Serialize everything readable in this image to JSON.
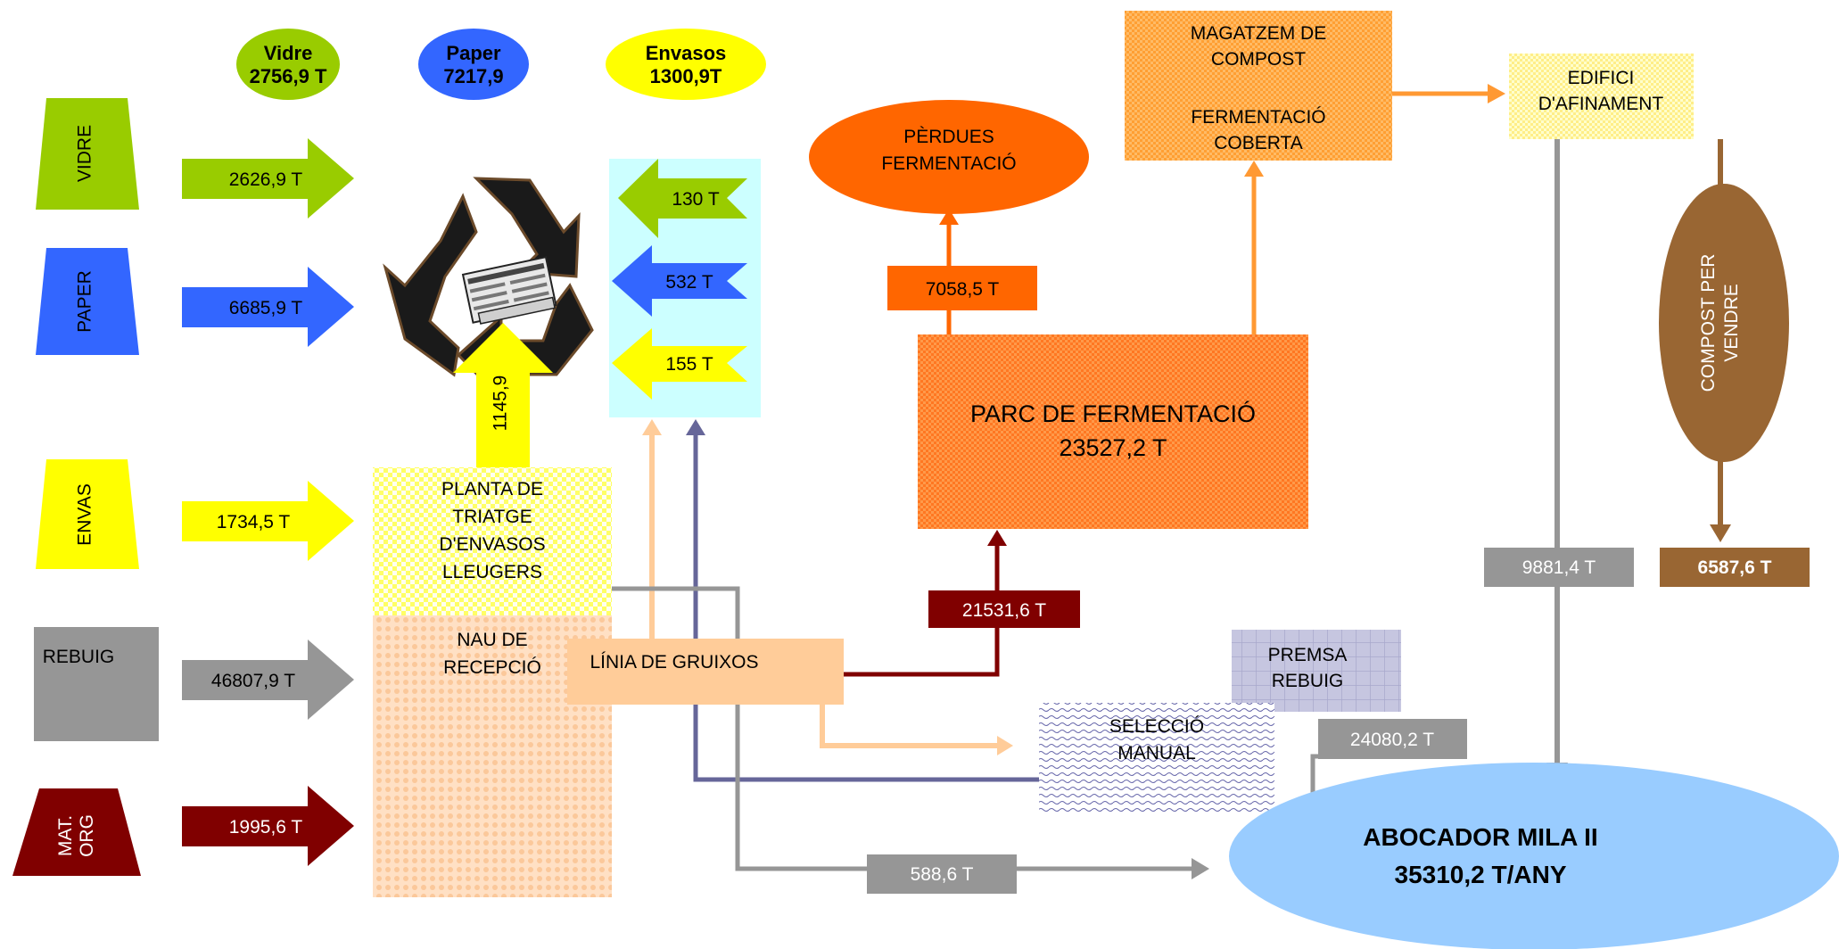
{
  "ellipses": {
    "vidre": {
      "name": "Vidre",
      "value": "2756,9 T"
    },
    "paper": {
      "name": "Paper",
      "value": "7217,9"
    },
    "envasos": {
      "name": "Envasos",
      "value": "1300,9T"
    },
    "perdues": {
      "line1": "PÈRDUES",
      "line2": "FERMENTACIÓ"
    },
    "compost": {
      "line1": "COMPOST PER",
      "line2": "VENDRE"
    },
    "abocador": {
      "line1": "ABOCADOR MILA II",
      "line2": "35310,2 T/ANY"
    }
  },
  "sources": {
    "vidre": "VIDRE",
    "paper": "PAPER",
    "envas": "ENVAS",
    "rebuig": "REBUIG",
    "matorg_line1": "MAT.",
    "matorg_line2": "ORG"
  },
  "arrows_in": {
    "vidre": "2626,9 T",
    "paper": "6685,9 T",
    "envas": "1734,5 T",
    "rebuig": "46807,9 T",
    "matorg": "1995,6 T"
  },
  "return_arrows": {
    "vidre": "130 T",
    "paper": "532 T",
    "envas": "155 T"
  },
  "up_arrow": "1145,9",
  "boxes": {
    "planta": {
      "line1": "PLANTA DE",
      "line2": "TRIATGE",
      "line3": "D'ENVASOS",
      "line4": "LLEUGERS"
    },
    "nau": {
      "line1": "NAU DE",
      "line2": "RECEPCIÓ"
    },
    "linia": "LÍNIA DE GRUIXOS",
    "parc": {
      "line1": "PARC DE FERMENTACIÓ",
      "line2": "23527,2 T"
    },
    "magatzem": {
      "line1": "MAGATZEM DE",
      "line2": "COMPOST",
      "line3": "FERMENTACIÓ",
      "line4": "COBERTA"
    },
    "edifici": {
      "line1": "EDIFICI",
      "line2": "D'AFINAMENT"
    },
    "premsa": {
      "line1": "PREMSA",
      "line2": "REBUIG"
    },
    "seleccio": {
      "line1": "SELECCIÓ",
      "line2": "MANUAL"
    }
  },
  "flow_labels": {
    "perdues": "7058,5 T",
    "parc_in": "21531,6 T",
    "edifici_out": "9881,4 T",
    "compost_out": "6587,6 T",
    "premsa_out": "24080,2 T",
    "rebuig_direct": "588,6 T"
  },
  "colors": {
    "green": "#99cc00",
    "blue": "#3366ff",
    "yellow": "#ffff00",
    "gray": "#969696",
    "maroon": "#800000",
    "orange": "#ff6600",
    "light_orange": "#ff9933",
    "peach": "#ffcc99",
    "cyan": "#ccffff",
    "brown": "#996633",
    "light_blue": "#99ccff",
    "navy": "#666699"
  }
}
